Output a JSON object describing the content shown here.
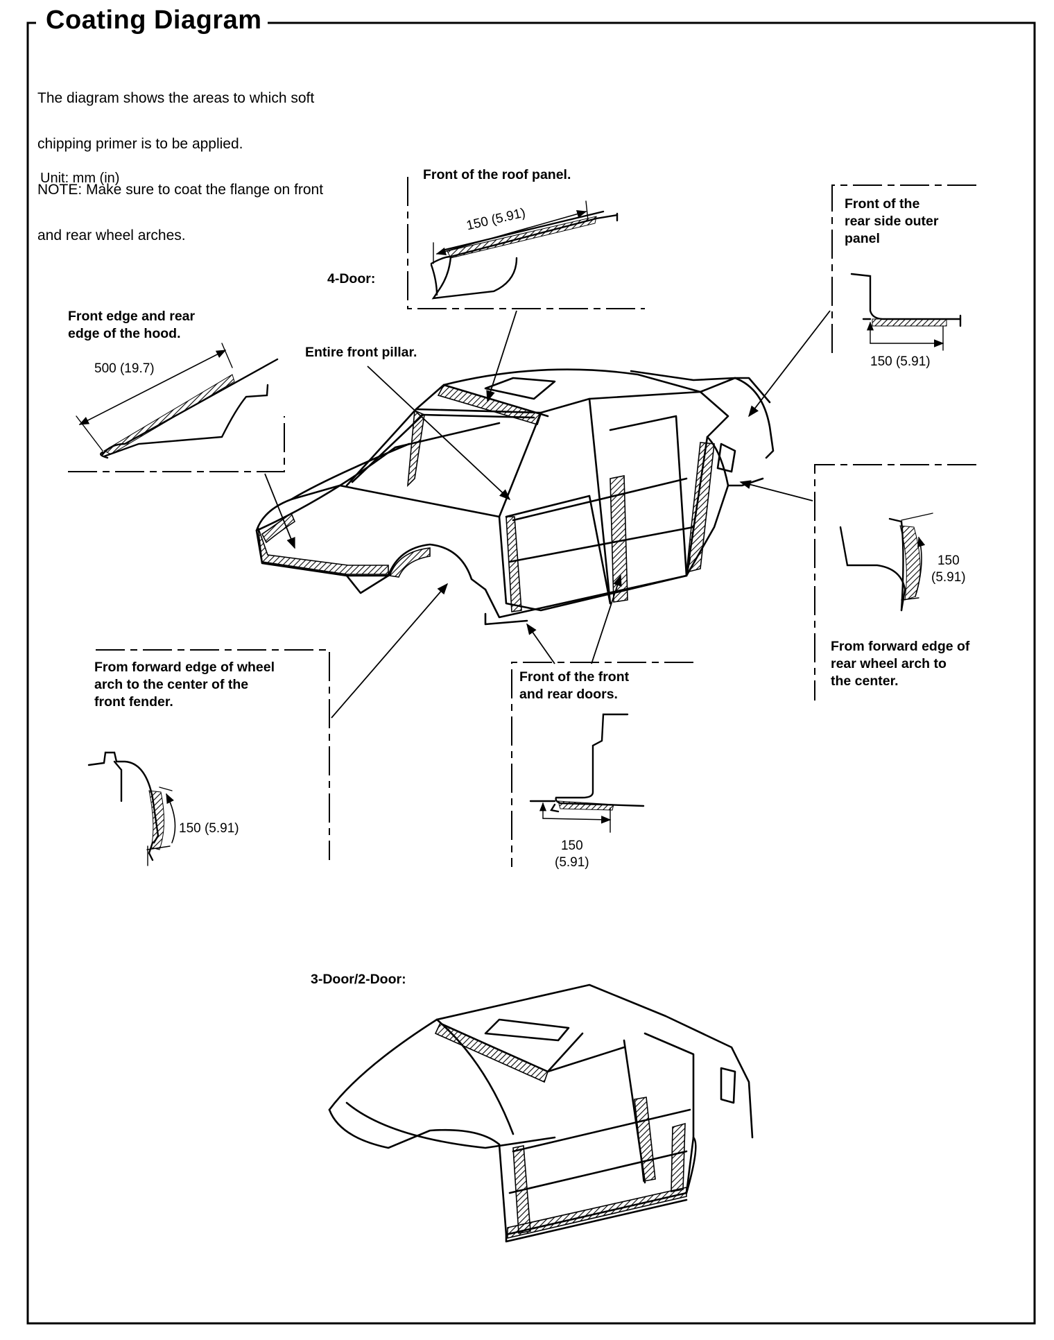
{
  "page": {
    "title": "Coating Diagram",
    "intro_lines": [
      "The diagram shows the areas to which soft",
      "chipping primer is to be applied.",
      "NOTE: Make sure to coat the flange on front",
      "and rear wheel arches."
    ],
    "unit_label": "Unit: mm (in)"
  },
  "variants": {
    "four_door": "4-Door:",
    "three_door": "3-Door/2-Door:"
  },
  "callouts": {
    "roof": {
      "label": "Front of the roof panel.",
      "dim": "150 (5.91)"
    },
    "rear_side_outer": {
      "label": "Front of the\nrear side outer\npanel",
      "dim": "150 (5.91)"
    },
    "hood": {
      "label": "Front edge and rear\nedge of the hood.",
      "dim": "500 (19.7)"
    },
    "front_pillar": {
      "label": "Entire front pillar."
    },
    "rear_wheel_arch": {
      "label": "From forward edge of\nrear wheel arch to\nthe center.",
      "dim": "150\n(5.91)"
    },
    "front_fender": {
      "label": "From forward edge of wheel\narch to the center of the\nfront fender.",
      "dim": "150 (5.91)"
    },
    "doors": {
      "label": "Front of the front\nand rear doors.",
      "dim": "150\n(5.91)"
    }
  },
  "colors": {
    "ink": "#000000",
    "paper": "#ffffff"
  }
}
